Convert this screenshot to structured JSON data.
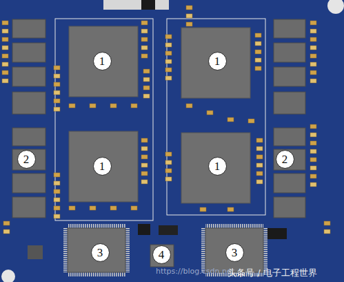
{
  "diagram": {
    "nodes": [
      {
        "text": [
          "1"
        ]
      },
      {
        "text": [
          "1"
        ]
      },
      {
        "text": [
          "2"
        ]
      },
      {
        "text": [
          "1"
        ]
      },
      {
        "text": [
          "1"
        ]
      },
      {
        "text": [
          "2"
        ]
      },
      {
        "text": [
          "3"
        ]
      },
      {
        "text": [
          "4"
        ]
      },
      {
        "text": [
          "3"
        ]
      }
    ],
    "labels": [
      "https://blog.csdn.net",
      "头条号 / 电子工程世界"
    ]
  }
}
